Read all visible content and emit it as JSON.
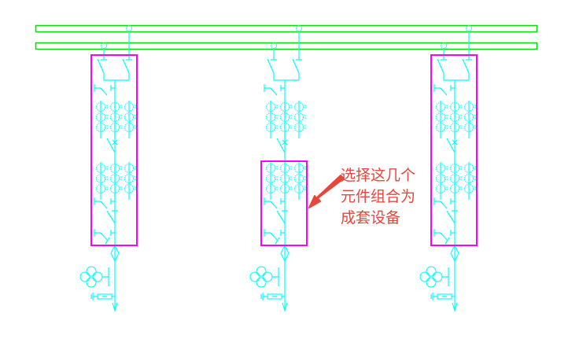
{
  "diagram": {
    "type": "electrical single-line diagram (CAD)",
    "colors": {
      "background": "#ffffff",
      "busbar": "#00e000",
      "equipment": "#00ffff",
      "selection": "#ff00ff",
      "annotation": "#e8453c"
    },
    "busbars": [
      {
        "id": "bus-1",
        "name": "busbar-upper"
      },
      {
        "id": "bus-2",
        "name": "busbar-lower"
      }
    ],
    "feeders": [
      {
        "id": "feeder-1",
        "position": "left",
        "selection": "full-cabinet"
      },
      {
        "id": "feeder-2",
        "position": "middle",
        "selection": "lower-cabinet"
      },
      {
        "id": "feeder-3",
        "position": "right",
        "selection": "full-cabinet"
      }
    ],
    "feeder_components": [
      "bus-disconnector-1",
      "bus-disconnector-2",
      "earthing-switch-upper",
      "current-transformer-group-upper",
      "circuit-breaker",
      "current-transformer-group-lower",
      "line-disconnector",
      "earthing-switch-lower",
      "cable-termination",
      "voltage-transformer",
      "surge-arrester",
      "outgoing-line-arrow"
    ]
  },
  "annotation": {
    "lines": [
      "选择这几个",
      "元件组合为",
      "成套设备"
    ],
    "arrow": "points-left-to-selection"
  }
}
